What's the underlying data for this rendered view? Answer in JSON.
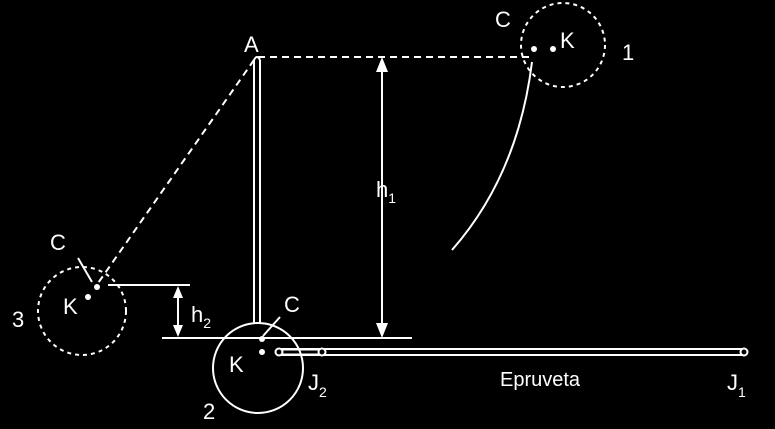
{
  "diagram": {
    "colors": {
      "background": "#000000",
      "stroke": "#ffffff"
    },
    "labels": {
      "pivot": "A",
      "contact_top": "C",
      "center_top": "K",
      "position_1": "1",
      "position_2": "2",
      "position_3": "3",
      "height_1_base": "h",
      "height_1_sub": "1",
      "height_2_base": "h",
      "height_2_sub": "2",
      "contact_left": "C",
      "center_left": "K",
      "contact_bottom": "C",
      "center_bottom": "K",
      "specimen": "Epruveta",
      "joint_2_base": "J",
      "joint_2_sub": "2",
      "joint_1_base": "J",
      "joint_1_sub": "1"
    }
  }
}
